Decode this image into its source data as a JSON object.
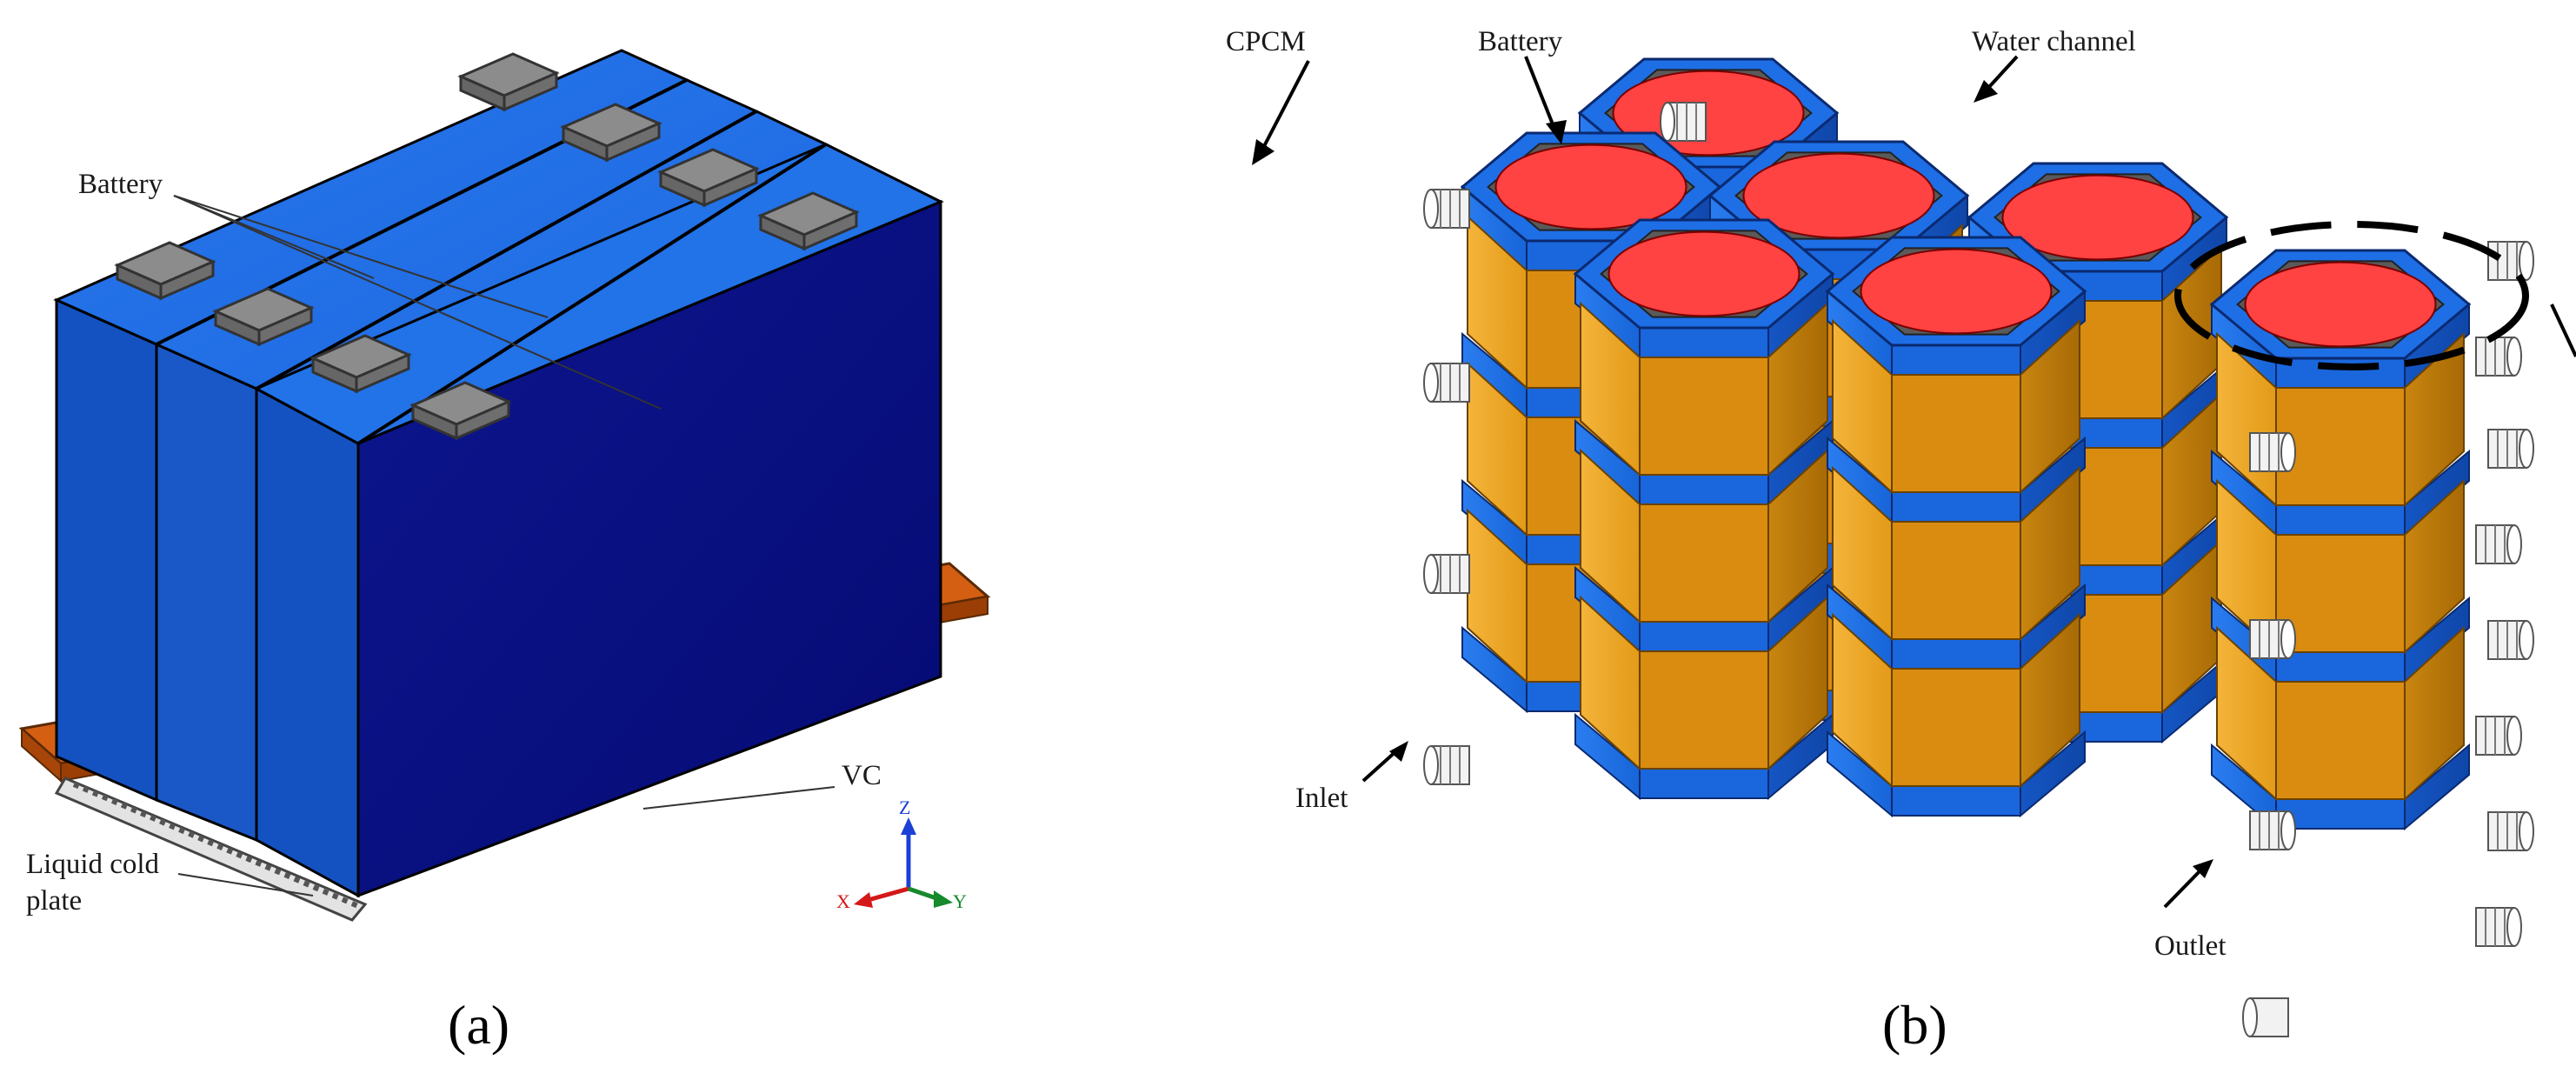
{
  "panels": {
    "a": {
      "caption": "(a)",
      "labels": {
        "battery": "Battery",
        "vc": "VC",
        "cold_plate_line1": "Liquid cold",
        "cold_plate_line2": "plate"
      },
      "axes": {
        "z": "Z",
        "x": "X",
        "y": "Y"
      }
    },
    "b": {
      "caption": "(b)",
      "labels": {
        "cpcm": "CPCM",
        "battery": "Battery",
        "water_channel": "Water channel",
        "inlet": "Inlet",
        "outlet": "Outlet"
      }
    }
  },
  "colors": {
    "battery_top": "#1f6fe8",
    "battery_front": "#1552c8",
    "battery_side": "#0a0f86",
    "terminal": "#8c8c8c",
    "vc_plate": "#d45f12",
    "shell_blue": "#1565d8",
    "pcm_orange": "#e8a21a",
    "pcm_dark": "#c07a08",
    "cell_red": "#ff4040",
    "cpcm_gray": "#5a5a5a"
  }
}
